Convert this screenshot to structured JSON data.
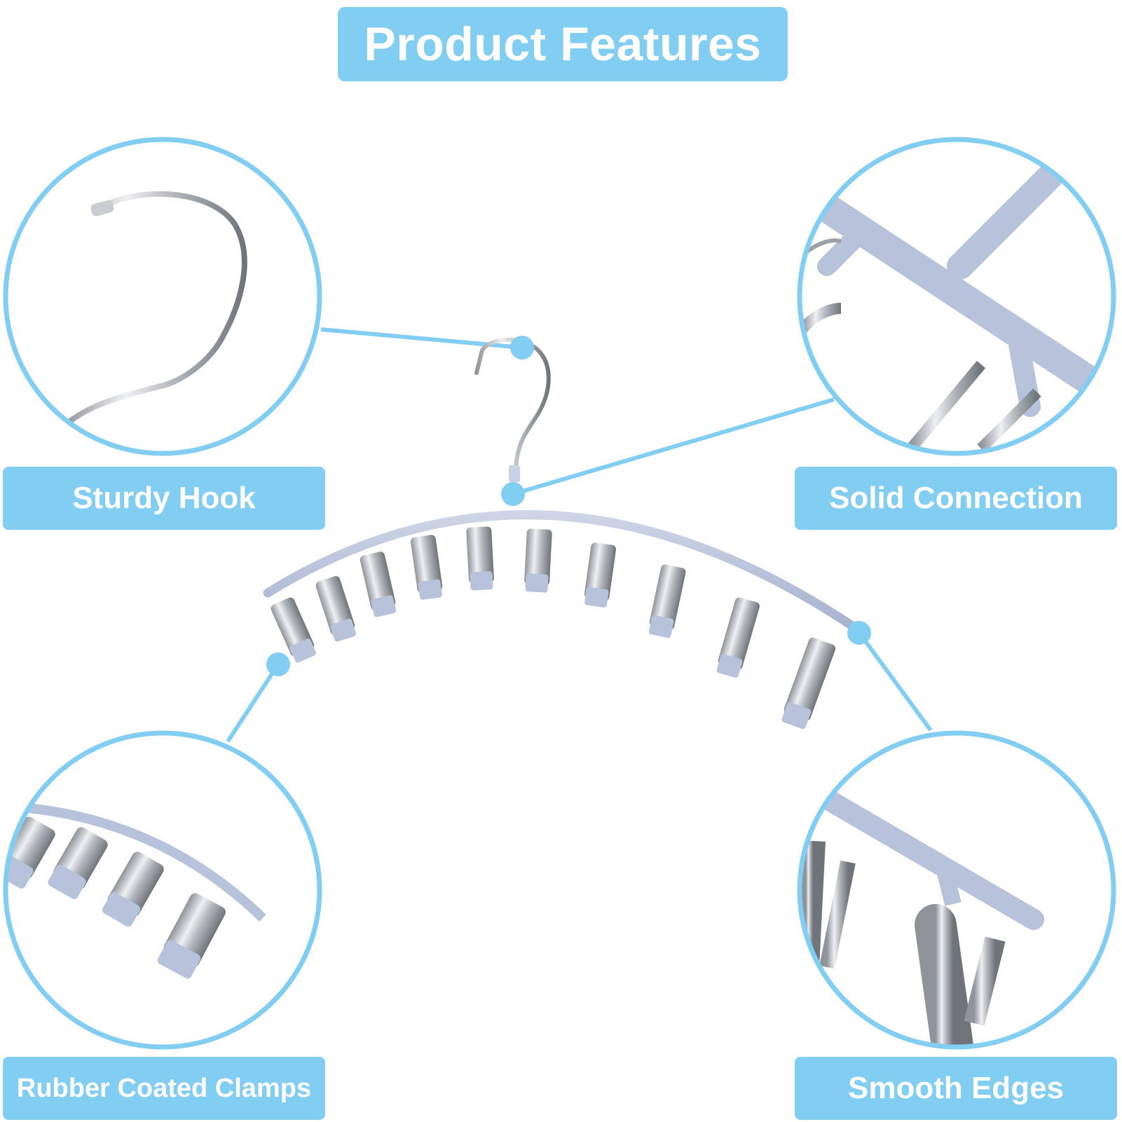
{
  "title": "Product Features",
  "features": {
    "hook": "Sturdy Hook",
    "connection": "Solid Connection",
    "clamps": "Rubber Coated Clamps",
    "edges": "Smooth Edges"
  },
  "colors": {
    "accent": "#82cdf2",
    "label_text": "#ffffff",
    "hanger_plastic": "#b7c3db",
    "metal": "#c9ccd1"
  },
  "icons": [
    "hook-icon",
    "clip-icon",
    "connection-detail",
    "clamp-detail",
    "edge-detail"
  ]
}
